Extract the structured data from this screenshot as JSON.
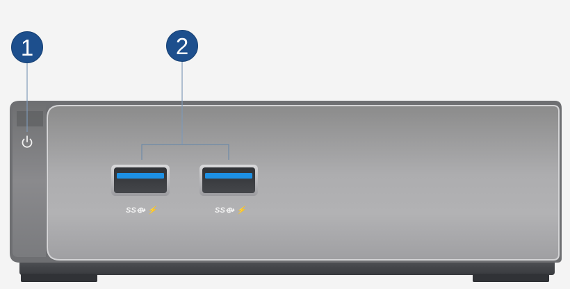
{
  "callouts": [
    {
      "number": "1"
    },
    {
      "number": "2"
    }
  ],
  "ports": [
    {
      "logo_text": "SS⟴ ⚡"
    },
    {
      "logo_text": "SS⟴ ⚡"
    }
  ],
  "colors": {
    "background": "#f4f4f4",
    "callout": "#1d4f8d",
    "leader_line": "#7f99b7",
    "chassis_top": "#8b8b8b",
    "chassis_mid": "#b1b1b3",
    "chassis_bottom": "#a0a0a2",
    "base": "#494b4f",
    "usb_port_blue": "#1d90e4",
    "usb_port_body": "#3c3e42"
  },
  "icons": {
    "power_button": "power-icon",
    "usb_logo": "superspeed-usb-icon"
  }
}
